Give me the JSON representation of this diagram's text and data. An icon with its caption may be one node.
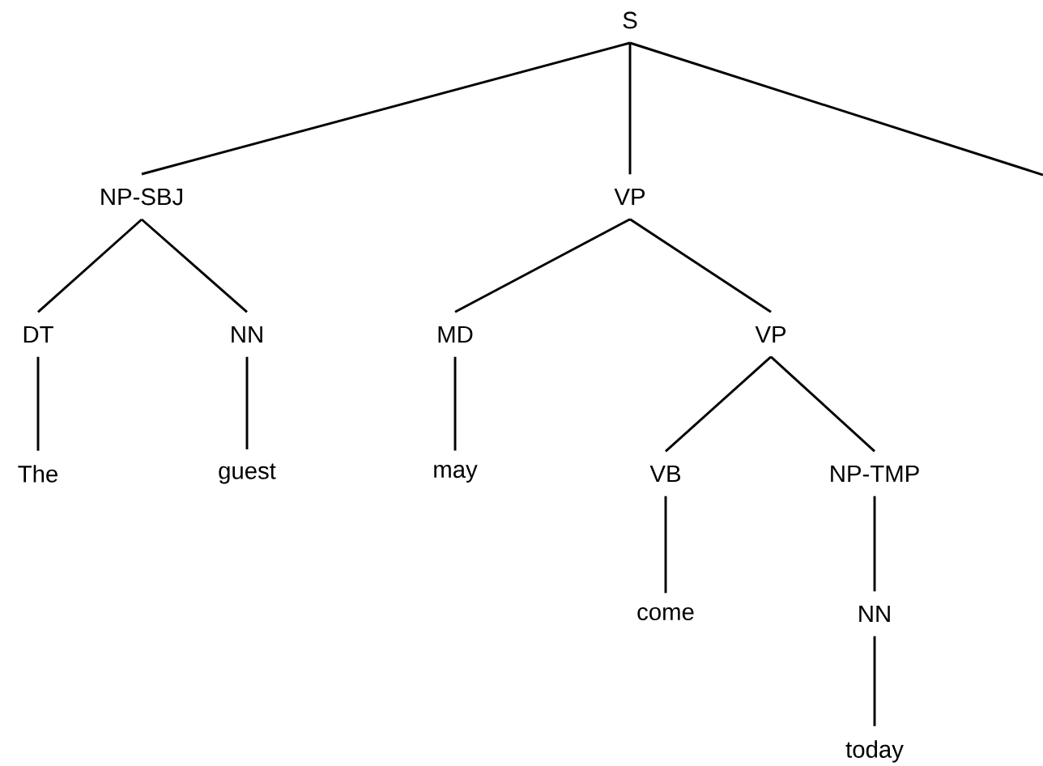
{
  "diagram": {
    "nodes": [
      {
        "text": [
          "S"
        ]
      },
      {
        "text": [
          "NP-SBJ"
        ]
      },
      {
        "text": [
          "VP"
        ]
      },
      {
        "text": [
          "DT"
        ]
      },
      {
        "text": [
          "NN"
        ]
      },
      {
        "text": [
          "MD"
        ]
      },
      {
        "text": [
          "VP"
        ]
      },
      {
        "text": [
          "The"
        ]
      },
      {
        "text": [
          "guest"
        ]
      },
      {
        "text": [
          "may"
        ]
      },
      {
        "text": [
          "VB"
        ]
      },
      {
        "text": [
          "NP-TMP"
        ]
      },
      {
        "text": [
          "come"
        ]
      },
      {
        "text": [
          "NN"
        ]
      },
      {
        "text": [
          "today"
        ]
      }
    ],
    "edges": [
      {
        "from": 0,
        "to": 1,
        "arrow": "none"
      },
      {
        "from": 0,
        "to": 2,
        "arrow": "none"
      },
      {
        "from": 0,
        "to": null,
        "arrow": "none"
      },
      {
        "from": 1,
        "to": 3,
        "arrow": "none"
      },
      {
        "from": 1,
        "to": 4,
        "arrow": "none"
      },
      {
        "from": 2,
        "to": 5,
        "arrow": "none"
      },
      {
        "from": 2,
        "to": 6,
        "arrow": "none"
      },
      {
        "from": 3,
        "to": 7,
        "arrow": "none"
      },
      {
        "from": 4,
        "to": 8,
        "arrow": "none"
      },
      {
        "from": 5,
        "to": 9,
        "arrow": "none"
      },
      {
        "from": 6,
        "to": 10,
        "arrow": "none"
      },
      {
        "from": 6,
        "to": 11,
        "arrow": "none"
      },
      {
        "from": 10,
        "to": 12,
        "arrow": "none"
      },
      {
        "from": 11,
        "to": 13,
        "arrow": "none"
      },
      {
        "from": 13,
        "to": 14,
        "arrow": "none"
      }
    ]
  }
}
